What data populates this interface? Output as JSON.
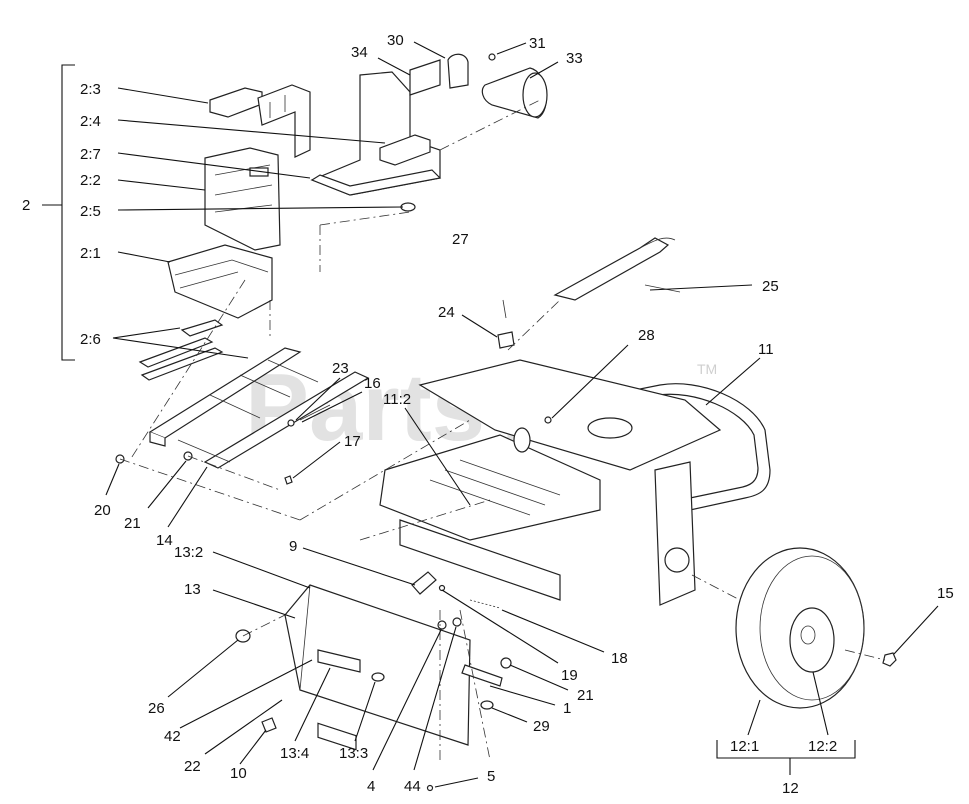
{
  "watermark": {
    "text": "PartsTree",
    "tm": "TM"
  },
  "callouts": [
    {
      "id": "c-2-3",
      "text": "2:3"
    },
    {
      "id": "c-2-4",
      "text": "2:4"
    },
    {
      "id": "c-2-7",
      "text": "2:7"
    },
    {
      "id": "c-2-2",
      "text": "2:2"
    },
    {
      "id": "c-2",
      "text": "2"
    },
    {
      "id": "c-2-5",
      "text": "2:5"
    },
    {
      "id": "c-2-1",
      "text": "2:1"
    },
    {
      "id": "c-2-6",
      "text": "2:6"
    },
    {
      "id": "c-34",
      "text": "34"
    },
    {
      "id": "c-30",
      "text": "30"
    },
    {
      "id": "c-31",
      "text": "31"
    },
    {
      "id": "c-33",
      "text": "33"
    },
    {
      "id": "c-27",
      "text": "27"
    },
    {
      "id": "c-25",
      "text": "25"
    },
    {
      "id": "c-24",
      "text": "24"
    },
    {
      "id": "c-28",
      "text": "28"
    },
    {
      "id": "c-11",
      "text": "11"
    },
    {
      "id": "c-11-2",
      "text": "11:2"
    },
    {
      "id": "c-23",
      "text": "23"
    },
    {
      "id": "c-16",
      "text": "16"
    },
    {
      "id": "c-17",
      "text": "17"
    },
    {
      "id": "c-20",
      "text": "20"
    },
    {
      "id": "c-21a",
      "text": "21"
    },
    {
      "id": "c-14",
      "text": "14"
    },
    {
      "id": "c-9",
      "text": "9"
    },
    {
      "id": "c-13-2",
      "text": "13:2"
    },
    {
      "id": "c-13",
      "text": "13"
    },
    {
      "id": "c-18",
      "text": "18"
    },
    {
      "id": "c-19",
      "text": "19"
    },
    {
      "id": "c-21b",
      "text": "21"
    },
    {
      "id": "c-1",
      "text": "1"
    },
    {
      "id": "c-29",
      "text": "29"
    },
    {
      "id": "c-26",
      "text": "26"
    },
    {
      "id": "c-42",
      "text": "42"
    },
    {
      "id": "c-22",
      "text": "22"
    },
    {
      "id": "c-10",
      "text": "10"
    },
    {
      "id": "c-13-4",
      "text": "13:4"
    },
    {
      "id": "c-13-3",
      "text": "13:3"
    },
    {
      "id": "c-4",
      "text": "4"
    },
    {
      "id": "c-44",
      "text": "44"
    },
    {
      "id": "c-5",
      "text": "5"
    },
    {
      "id": "c-15",
      "text": "15"
    },
    {
      "id": "c-12-1",
      "text": "12:1"
    },
    {
      "id": "c-12-2",
      "text": "12:2"
    },
    {
      "id": "c-12",
      "text": "12"
    }
  ]
}
